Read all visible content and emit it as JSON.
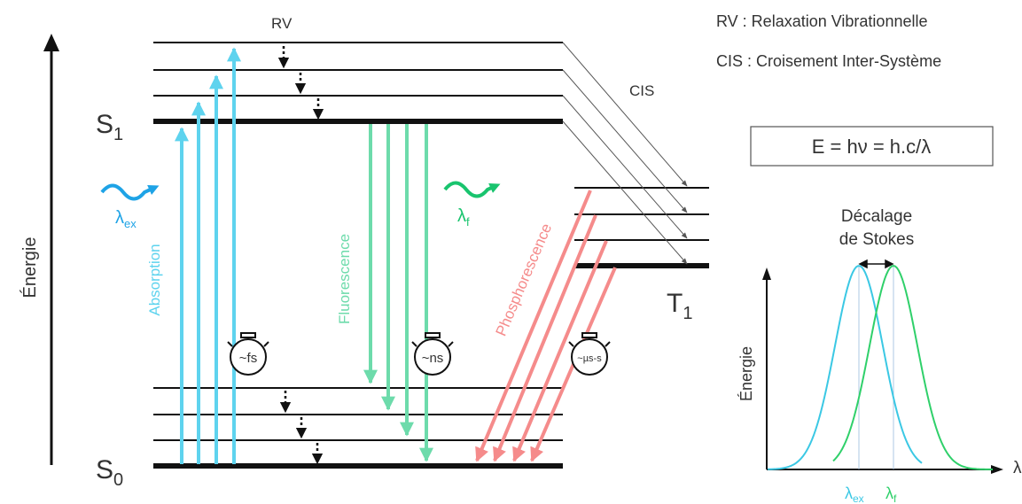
{
  "legend": {
    "rv_definition": "RV : Relaxation Vibrationnelle",
    "cis_definition": "CIS : Croisement Inter-Système",
    "equation": "E = hν = h.c/λ"
  },
  "energy_axis_label": "Énergie",
  "labels": {
    "rv": "RV",
    "cis": "CIS",
    "s1_main": "S",
    "s1_sub": "1",
    "s0_main": "S",
    "s0_sub": "0",
    "t1_main": "T",
    "t1_sub": "1",
    "lambda_ex_main": "λ",
    "lambda_ex_sub": "ex",
    "lambda_f_main": "λ",
    "lambda_f_sub": "f"
  },
  "processes": {
    "absorption": "Absorption",
    "fluorescence": "Fluorescence",
    "phosphorescence": "Phosphorescence"
  },
  "timers": {
    "fs": "~fs",
    "ns": "~ns",
    "us_s": "~µs-s"
  },
  "spectrum": {
    "title_line1": "Décalage",
    "title_line2": "de Stokes",
    "y_label": "Énergie",
    "x_label": "λ",
    "ex_main": "λ",
    "ex_sub": "ex",
    "f_main": "λ",
    "f_sub": "f"
  },
  "colors": {
    "absorption": "#5ed3ee",
    "fluorescence": "#6ddbab",
    "phosphorescence": "#f58b8b",
    "excitation_curve": "#3bc8e4",
    "emission_curve": "#2fd06a",
    "excitation_wave": "#1ea3e6",
    "emission_wave": "#19c46e",
    "levels": "#111111"
  }
}
